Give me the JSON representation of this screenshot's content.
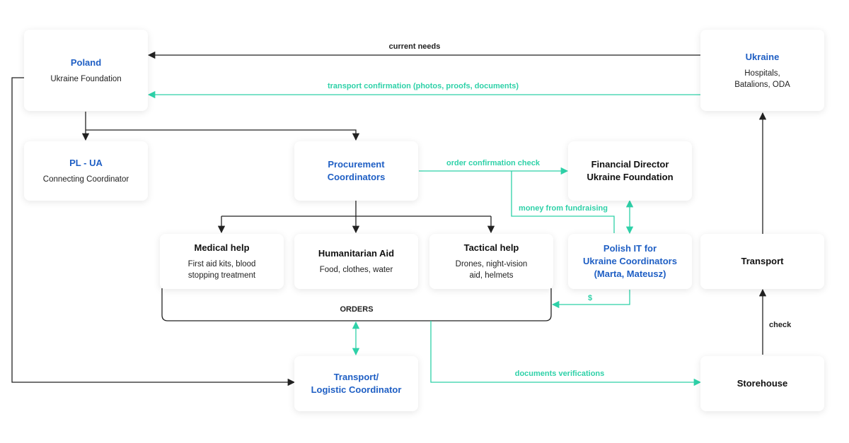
{
  "colors": {
    "accent_blue": "#1f5fc4",
    "flow_teal": "#2ed1a8",
    "flow_dark": "#222222"
  },
  "nodes": {
    "poland": {
      "title": "Poland",
      "subtitle": "Ukraine Foundation"
    },
    "ukraine": {
      "title": "Ukraine",
      "subtitle": "Hospitals,\nBatalions, ODA"
    },
    "plua": {
      "title": "PL - UA",
      "subtitle": "Connecting Coordinator"
    },
    "procurement": {
      "title": "Procurement\nCoordinators"
    },
    "financial": {
      "title": "Financial Director\nUkraine Foundation"
    },
    "medical": {
      "title": "Medical help",
      "subtitle": "First aid kits, blood\nstopping treatment"
    },
    "humanitarian": {
      "title": "Humanitarian Aid",
      "subtitle": "Food, clothes, water"
    },
    "tactical": {
      "title": "Tactical help",
      "subtitle": "Drones, night-vision\naid, helmets"
    },
    "polish_it": {
      "title": "Polish IT for\nUkraine Coordinators\n(Marta, Mateusz)"
    },
    "transport": {
      "title": "Transport"
    },
    "logistic": {
      "title": "Transport/\nLogistic Coordinator"
    },
    "storehouse": {
      "title": "Storehouse"
    }
  },
  "labels": {
    "current_needs": "current needs",
    "transport_confirmation": "transport confirmation (photos, proofs, documents)",
    "order_confirmation": "order confirmation check",
    "money_fundraising": "money from fundraising",
    "dollar": "$",
    "orders": "ORDERS",
    "documents_verifications": "documents verifications",
    "check": "check"
  }
}
